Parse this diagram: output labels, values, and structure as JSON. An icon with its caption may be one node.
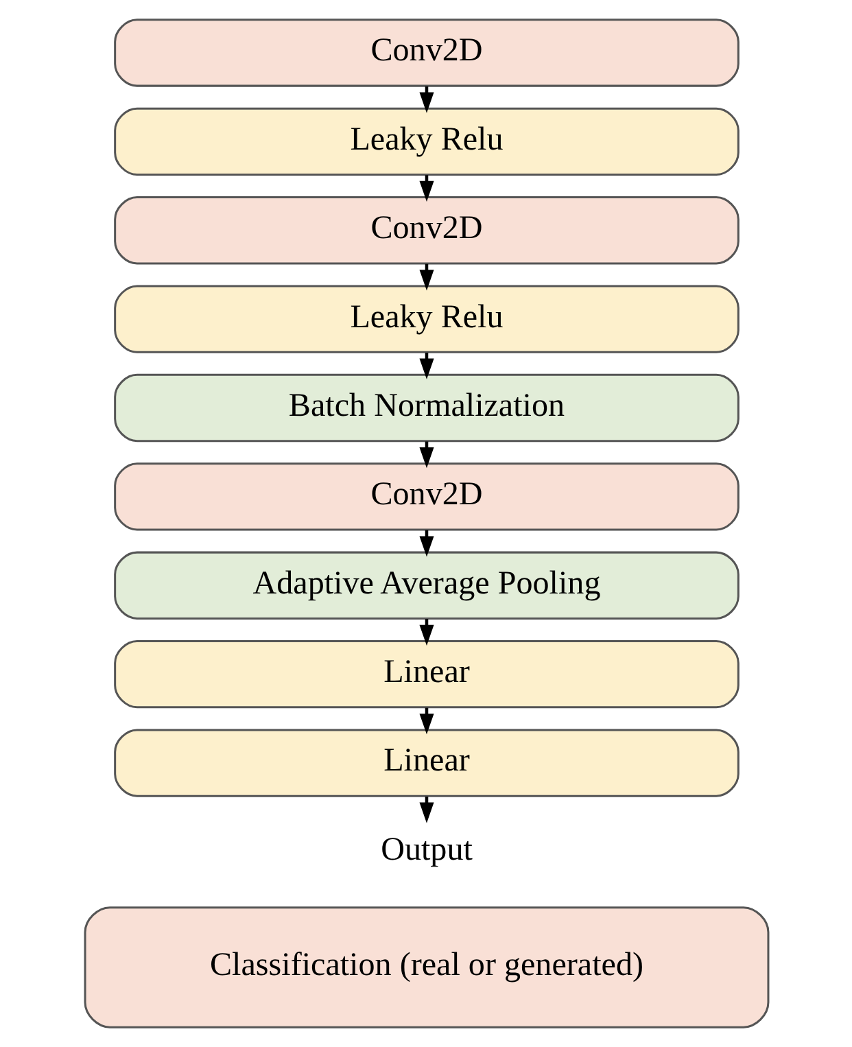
{
  "diagram": {
    "nodes": [
      {
        "text": [
          "Conv2D"
        ]
      },
      {
        "text": [
          "Leaky Relu"
        ]
      },
      {
        "text": [
          "Conv2D"
        ]
      },
      {
        "text": [
          "Leaky Relu"
        ]
      },
      {
        "text": [
          "Batch Normalization"
        ]
      },
      {
        "text": [
          "Conv2D"
        ]
      },
      {
        "text": [
          "Adaptive Average Pooling"
        ]
      },
      {
        "text": [
          "Linear"
        ]
      },
      {
        "text": [
          "Linear"
        ]
      },
      {
        "text": [
          "Output"
        ]
      },
      {
        "text": [
          "Classification (real or generated)"
        ]
      }
    ],
    "edges": [
      {
        "from": 0,
        "to": 1,
        "arrow": "to"
      },
      {
        "from": 1,
        "to": 2,
        "arrow": "to"
      },
      {
        "from": 2,
        "to": 3,
        "arrow": "to"
      },
      {
        "from": 3,
        "to": 4,
        "arrow": "to"
      },
      {
        "from": 4,
        "to": 5,
        "arrow": "to"
      },
      {
        "from": 5,
        "to": 6,
        "arrow": "to"
      },
      {
        "from": 6,
        "to": 7,
        "arrow": "to"
      },
      {
        "from": 7,
        "to": 8,
        "arrow": "to"
      },
      {
        "from": 8,
        "to": 9,
        "arrow": "to"
      }
    ]
  }
}
